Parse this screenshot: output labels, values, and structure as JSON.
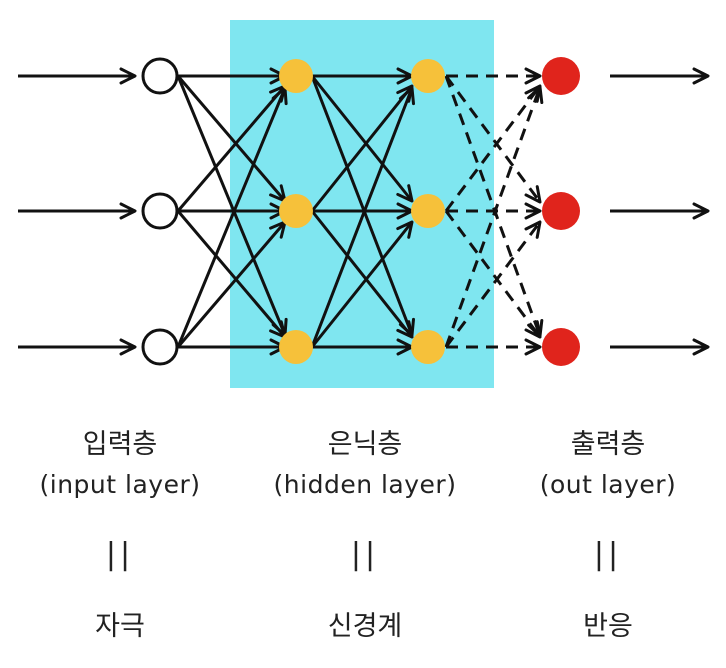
{
  "colors": {
    "hidden_box": "#7fe6f0",
    "input_node_fill": "#ffffff",
    "hidden_node_fill": "#f6c13a",
    "output_node_fill": "#e0241c",
    "edge": "#111111"
  },
  "layers": {
    "input": {
      "korean": "입력층",
      "english": "(input layer)",
      "equals": "||",
      "meaning": "자극"
    },
    "hidden": {
      "korean": "은닉층",
      "english": "(hidden layer)",
      "equals": "||",
      "meaning": "신경계"
    },
    "output": {
      "korean": "출력층",
      "english": "(out layer)",
      "equals": "||",
      "meaning": "반응"
    }
  }
}
